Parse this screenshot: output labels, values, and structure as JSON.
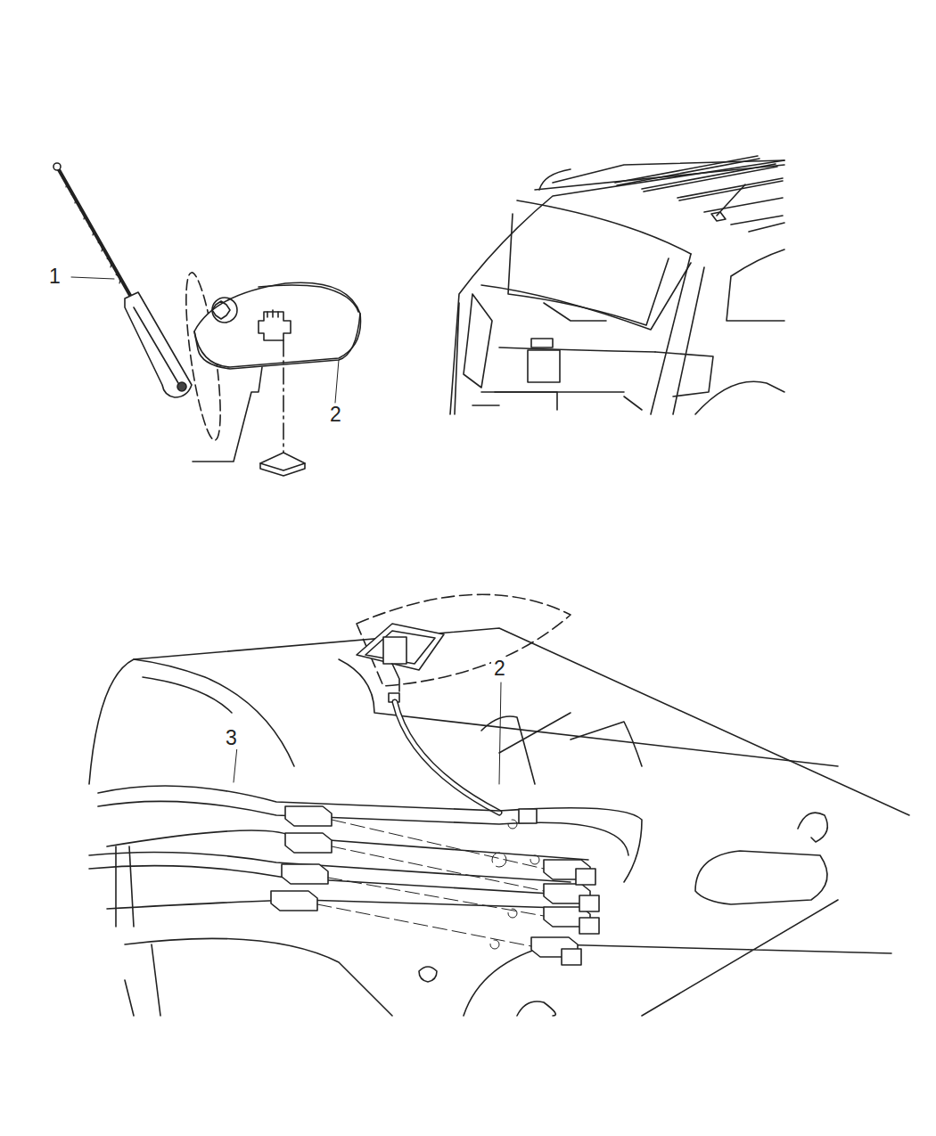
{
  "diagram": {
    "labels": [
      "1",
      "2",
      "2",
      "3"
    ]
  }
}
